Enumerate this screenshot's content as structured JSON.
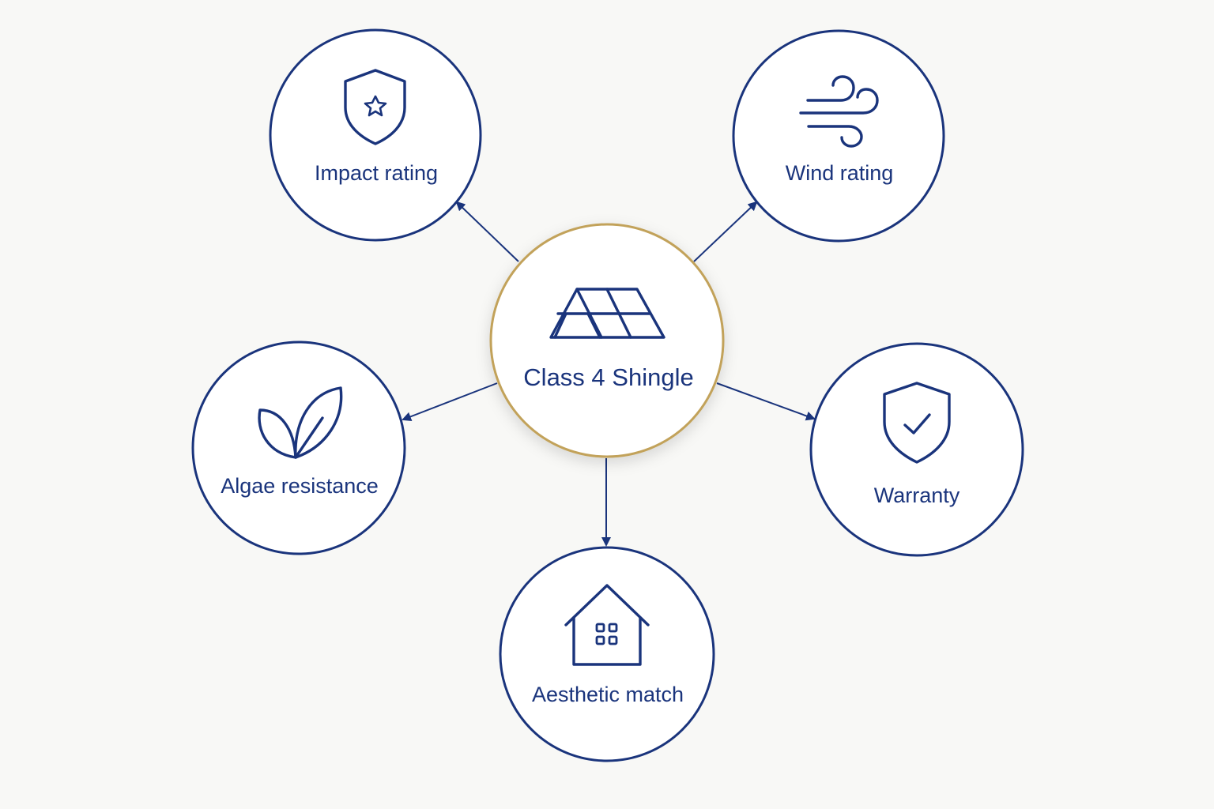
{
  "center": {
    "label": "Class 4 Shingle",
    "icon": "roof-shingles-icon",
    "border_color": "#c2a25a"
  },
  "nodes": [
    {
      "id": "impact",
      "label": "Impact rating",
      "icon": "shield-star-icon"
    },
    {
      "id": "wind",
      "label": "Wind rating",
      "icon": "wind-icon"
    },
    {
      "id": "algae",
      "label": "Algae resistance",
      "icon": "leaf-icon"
    },
    {
      "id": "warranty",
      "label": "Warranty",
      "icon": "shield-check-icon"
    },
    {
      "id": "aesthetic",
      "label": "Aesthetic match",
      "icon": "house-icon"
    }
  ],
  "colors": {
    "primary": "#1a347c",
    "accent": "#c2a25a",
    "background": "#f8f8f6"
  }
}
